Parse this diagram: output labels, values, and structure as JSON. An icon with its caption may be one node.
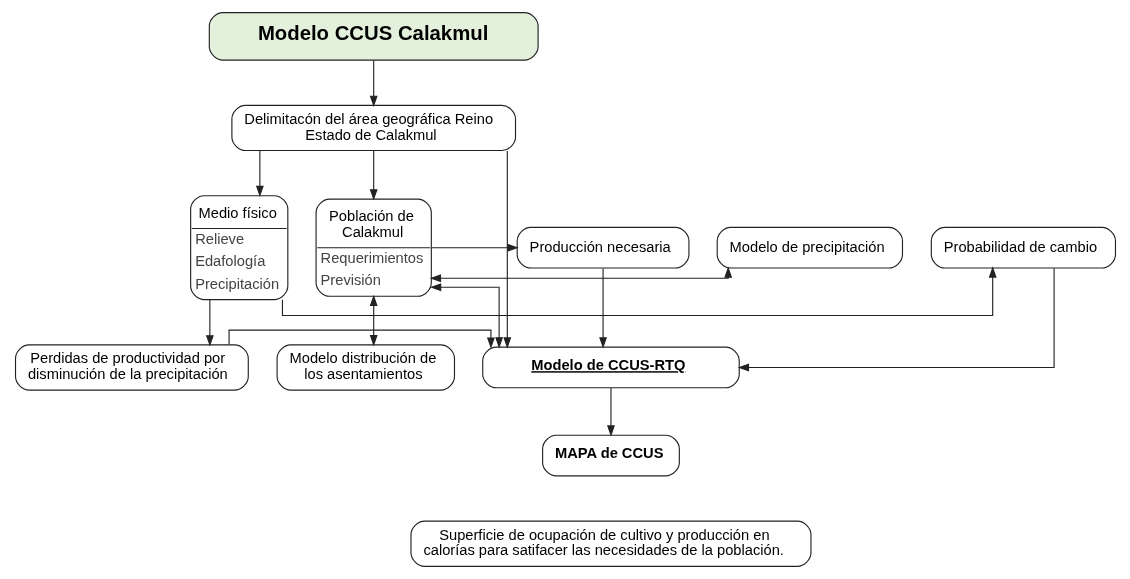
{
  "diagram": {
    "nodes": [
      {
        "text": [
          "Modelo CCUS Calakmul"
        ]
      },
      {
        "text": [
          "Delimitacón del área geográfica Reino Estado de Calakmul"
        ]
      },
      {
        "text": [
          "Modelo de precipitación"
        ]
      },
      {
        "text": [
          "Población de Calakmul",
          "Requerimientos",
          "Previsión"
        ]
      },
      {
        "text": [
          "Medio físico",
          "Relieve",
          "Edafología",
          "Precipitación"
        ]
      },
      {
        "text": [
          "Modelo distribución de los asentamientos"
        ]
      },
      {
        "text": [
          "Producción necesaria"
        ]
      },
      {
        "text": [
          "Probabilidad de cambio"
        ]
      },
      {
        "text": [
          "Modelo de CCUS-RTQ"
        ]
      },
      {
        "text": [
          "Perdidas de productividad por disminución de la precipitación"
        ]
      },
      {
        "text": [
          "MAPA de CCUS"
        ]
      },
      {
        "text": [
          "Superficie de ocupación de cultivo y producción en calorías para satifacer las necesidades de la población."
        ]
      }
    ],
    "edges": [
      {
        "from": 0,
        "to": 1,
        "arrow": "to"
      },
      {
        "from": 1,
        "to": 3,
        "arrow": "to"
      },
      {
        "from": 1,
        "to": 4,
        "arrow": "to"
      },
      {
        "from": 1,
        "to": 8,
        "arrow": "to"
      },
      {
        "from": 3,
        "to": 2,
        "arrow": "both"
      },
      {
        "from": 3,
        "to": 5,
        "arrow": "both"
      },
      {
        "from": 3,
        "to": 6,
        "arrow": "to"
      },
      {
        "from": 4,
        "to": 7,
        "arrow": "to"
      },
      {
        "from": 6,
        "to": 8,
        "arrow": "to"
      },
      {
        "from": 7,
        "to": 8,
        "arrow": "to"
      },
      {
        "from": 4,
        "to": 9,
        "arrow": "to"
      },
      {
        "from": 9,
        "to": 8,
        "arrow": "to"
      },
      {
        "from": 3,
        "to": 8,
        "arrow": "both"
      },
      {
        "from": 8,
        "to": 10,
        "arrow": "to"
      }
    ]
  }
}
